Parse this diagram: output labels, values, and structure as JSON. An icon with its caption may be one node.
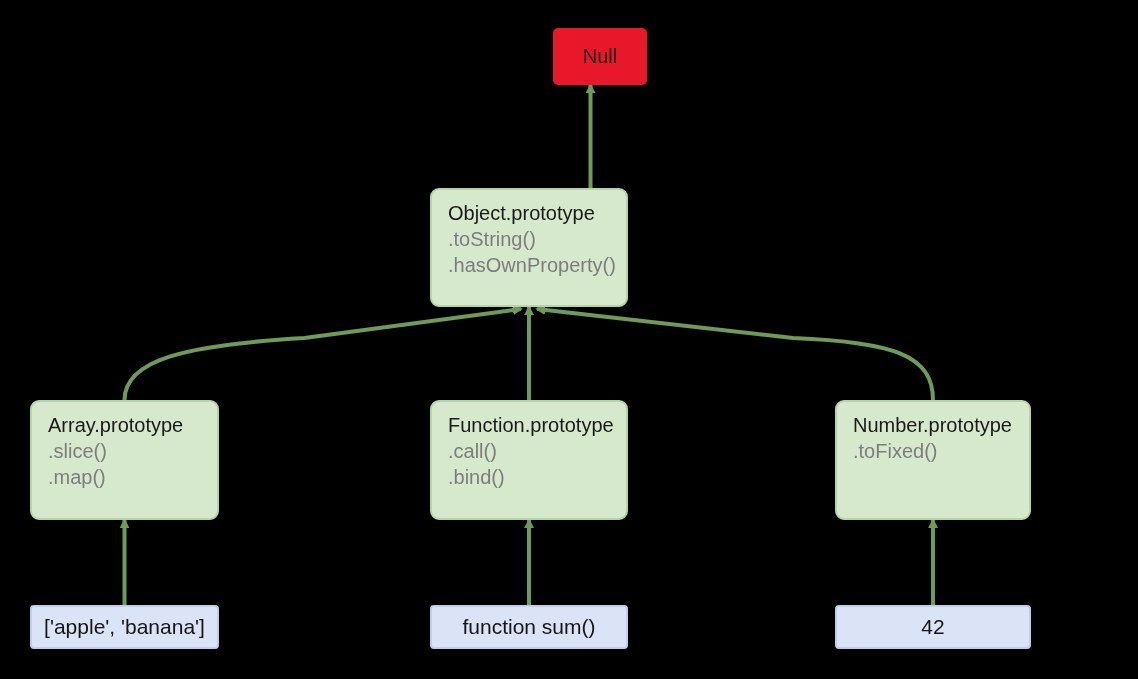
{
  "diagram": {
    "nodes": [
      {
        "text": [
          "Null"
        ]
      },
      {
        "text": [
          "Object.prototype",
          ".toString()",
          ".hasOwnProperty()"
        ]
      },
      {
        "text": [
          "Array.prototype",
          ".slice()",
          ".map()"
        ]
      },
      {
        "text": [
          "Function.prototype",
          ".call()",
          ".bind()"
        ]
      },
      {
        "text": [
          "Number.prototype",
          ".toFixed()"
        ]
      },
      {
        "text": [
          "['apple', 'banana']"
        ]
      },
      {
        "text": [
          "function sum()"
        ]
      },
      {
        "text": [
          "42"
        ]
      }
    ],
    "edges": [
      {
        "from": 1,
        "to": 0,
        "arrow": "to"
      },
      {
        "from": 2,
        "to": 1,
        "arrow": "to"
      },
      {
        "from": 3,
        "to": 1,
        "arrow": "to"
      },
      {
        "from": 4,
        "to": 1,
        "arrow": "to"
      },
      {
        "from": 5,
        "to": 2,
        "arrow": "to"
      },
      {
        "from": 6,
        "to": 3,
        "arrow": "to"
      },
      {
        "from": 7,
        "to": 4,
        "arrow": "to"
      }
    ]
  }
}
